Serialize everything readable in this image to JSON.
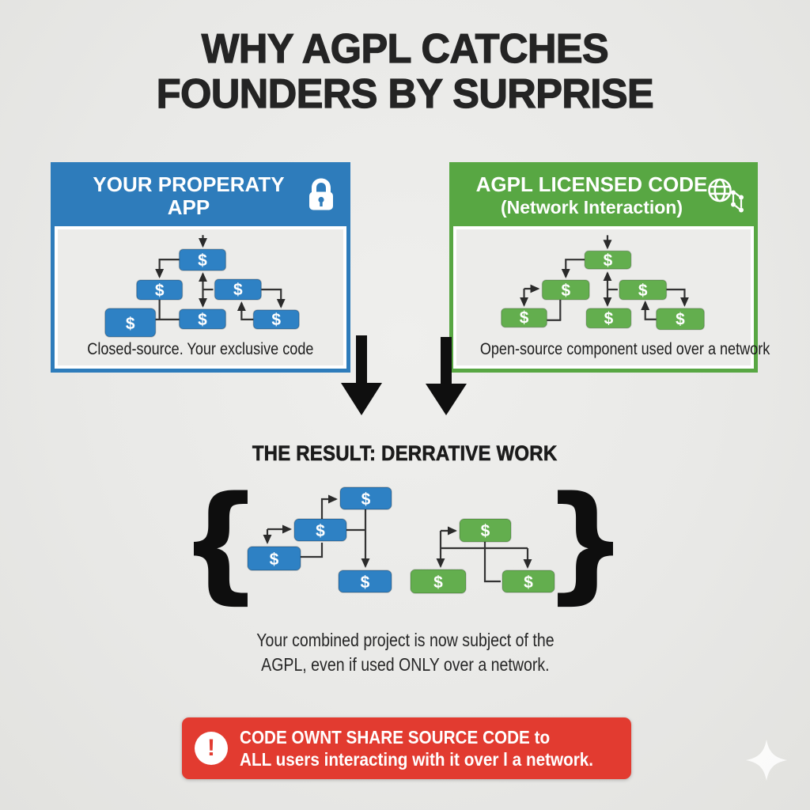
{
  "title": {
    "line1": "WHY AGPL CATCHES",
    "line2": "FOUNDERS BY SURPRISE"
  },
  "panels": {
    "proprietary": {
      "title_line1": "YOUR PROPERATY",
      "title_line2": "APP",
      "icon": "lock-icon",
      "caption": "Closed-source. Your exclusive code",
      "accent": "#2e7cbb",
      "node_color": "#2e81c4"
    },
    "agpl": {
      "title_line1": "AGPL LICENSED CODE",
      "title_line2": "(Network Interaction)",
      "icon": "globe-network-icon",
      "caption": "Open-source component used over a network",
      "accent": "#58a743",
      "node_color": "#63ae4e"
    }
  },
  "nodes": {
    "dollar": "$"
  },
  "result": {
    "heading": "THE RESULT: DERRATIVE WORK",
    "brace_left": "{",
    "brace_right": "}",
    "description_line1": "Your combined project is now subject of the",
    "description_line2": "AGPL, even if used ONLY over a network."
  },
  "warning": {
    "exclamation": "!",
    "line1": "CODE OWNT SHARE SOURCE CODE to",
    "line2": "ALL users interacting with it over l a network.",
    "background": "#e23b30"
  },
  "colors": {
    "background": "#e9e9e7",
    "ink": "#242424",
    "blue": "#2e7cbb",
    "blue_node": "#2e81c4",
    "green": "#58a743",
    "green_node": "#63ae4e",
    "red": "#e23b30"
  }
}
